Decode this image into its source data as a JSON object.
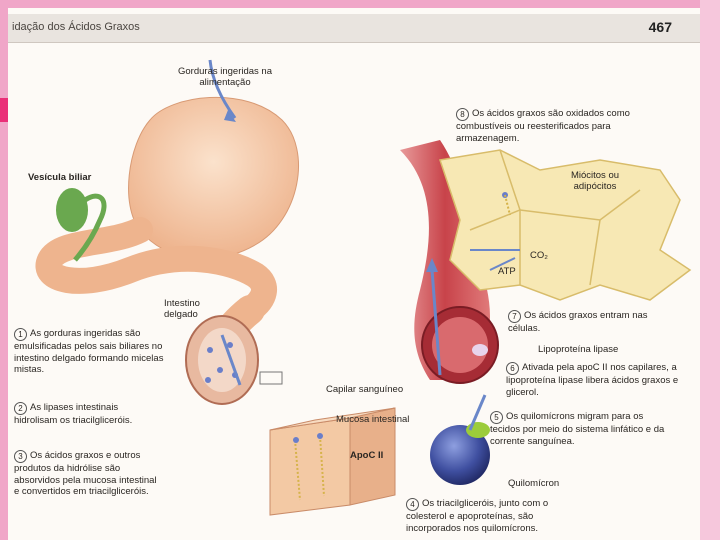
{
  "header": {
    "title": "idação dos Ácidos Graxos",
    "page_number": "467"
  },
  "labels": {
    "dietary_fats": "Gorduras ingeridas na alimentação",
    "gallbladder": "Vesícula biliar",
    "small_intestine": "Intestino delgado",
    "myocytes": "Miócitos ou adipócitos",
    "co2": "CO₂",
    "atp": "ATP",
    "lipoprotein_lipase": "Lipoproteína lipase",
    "capillary": "Capilar sanguíneo",
    "intestinal_mucosa": "Mucosa intestinal",
    "apoc": "ApoC II",
    "chylomicron": "Quilomícron"
  },
  "steps": [
    {
      "num": "1",
      "text": "As gorduras ingeridas são emulsificadas pelos sais biliares no intestino delgado formando micelas mistas."
    },
    {
      "num": "2",
      "text": "As lipases intestinais hidrolisam os triacilgliceróis."
    },
    {
      "num": "3",
      "text": "Os ácidos graxos e outros produtos da hidrólise são absorvidos pela mucosa intestinal e convertidos em triacilgliceróis."
    },
    {
      "num": "4",
      "text": "Os triacilgliceróis, junto com o colesterol e apoproteínas, são incorporados nos quilomícrons."
    },
    {
      "num": "5",
      "text": "Os quilomícrons migram para os tecidos por meio do sistema linfático e da corrente sanguínea."
    },
    {
      "num": "6",
      "text": "Ativada pela apoC II nos capilares, a lipoproteína lipase libera ácidos graxos e glicerol."
    },
    {
      "num": "7",
      "text": "Os ácidos graxos entram nas células."
    },
    {
      "num": "8",
      "text": "Os ácidos graxos são oxidados como combustíveis ou reesterificados para armazenagem."
    }
  ],
  "colors": {
    "page_border": "#f0a6c8",
    "stomach": "#f3c9a4",
    "gallbladder": "#6aa84f",
    "vessel": "#c8434a",
    "cells": "#f7e8b4",
    "chylomicron": "#3f4fa0",
    "apoc": "#9ccc3a"
  }
}
